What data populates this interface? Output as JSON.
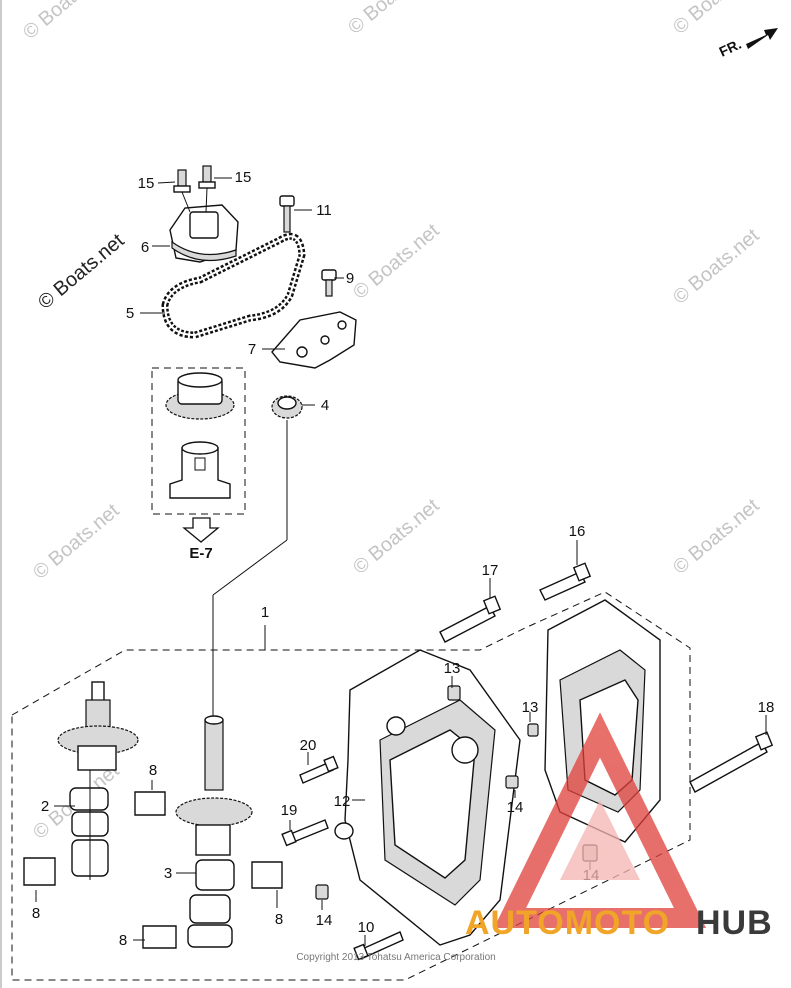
{
  "direction_label": "FR.",
  "reference_label": "E-7",
  "watermark": "© Boats.net",
  "copyright": "Copyright 2013 Tohatsu America Corporation",
  "brand": {
    "part1": "AUTOMOTO",
    "part2": "HUB"
  },
  "callouts": {
    "c1": "1",
    "c2": "2",
    "c3": "3",
    "c4": "4",
    "c5": "5",
    "c6": "6",
    "c7": "7",
    "c8a": "8",
    "c8b": "8",
    "c8c": "8",
    "c8d": "8",
    "c9": "9",
    "c10": "10",
    "c11": "11",
    "c12": "12",
    "c13a": "13",
    "c13b": "13",
    "c14a": "14",
    "c14b": "14",
    "c14c": "14",
    "c15a": "15",
    "c15b": "15",
    "c16": "16",
    "c17": "17",
    "c18": "18",
    "c19": "19",
    "c20": "20"
  },
  "colors": {
    "brand_orange": "#f0a428",
    "brand_dark": "#3a3a3a",
    "logo_red": "#e0403a"
  }
}
